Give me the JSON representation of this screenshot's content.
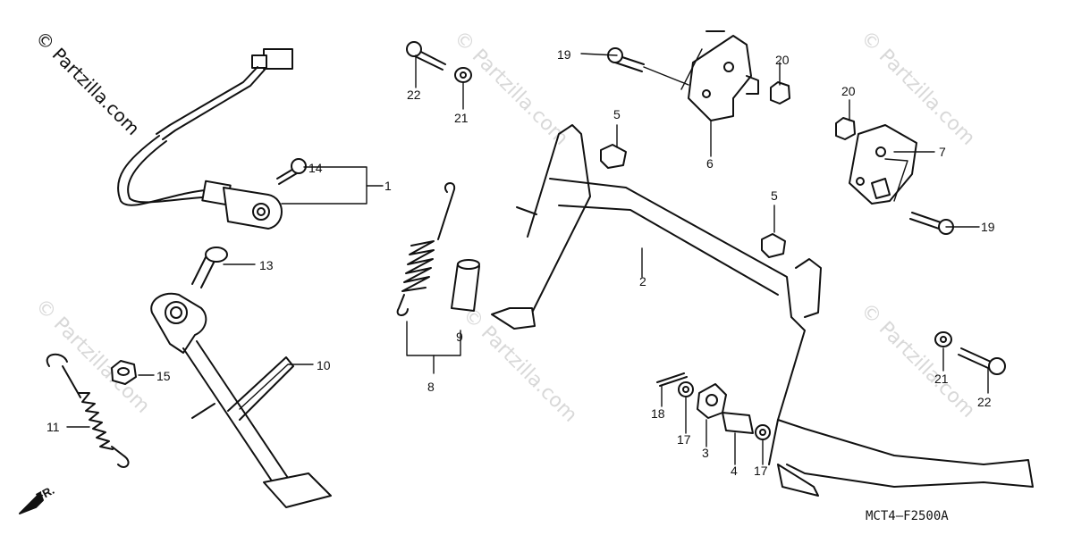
{
  "watermark": {
    "main": "© Partzilla.com",
    "faint": "© Partzilla.com"
  },
  "diagram_code": "MCT4—F2500A",
  "direction_label": "FR.",
  "callouts": [
    {
      "id": "1",
      "label": "1"
    },
    {
      "id": "2",
      "label": "2"
    },
    {
      "id": "3",
      "label": "3"
    },
    {
      "id": "4",
      "label": "4"
    },
    {
      "id": "5a",
      "label": "5"
    },
    {
      "id": "5b",
      "label": "5"
    },
    {
      "id": "6",
      "label": "6"
    },
    {
      "id": "7",
      "label": "7"
    },
    {
      "id": "8",
      "label": "8"
    },
    {
      "id": "9",
      "label": "9"
    },
    {
      "id": "10",
      "label": "10"
    },
    {
      "id": "11",
      "label": "11"
    },
    {
      "id": "13",
      "label": "13"
    },
    {
      "id": "14",
      "label": "14"
    },
    {
      "id": "15",
      "label": "15"
    },
    {
      "id": "17a",
      "label": "17"
    },
    {
      "id": "17b",
      "label": "17"
    },
    {
      "id": "18",
      "label": "18"
    },
    {
      "id": "19a",
      "label": "19"
    },
    {
      "id": "19b",
      "label": "19"
    },
    {
      "id": "20a",
      "label": "20"
    },
    {
      "id": "20b",
      "label": "20"
    },
    {
      "id": "21a",
      "label": "21"
    },
    {
      "id": "21b",
      "label": "21"
    },
    {
      "id": "22a",
      "label": "22"
    },
    {
      "id": "22b",
      "label": "22"
    }
  ]
}
